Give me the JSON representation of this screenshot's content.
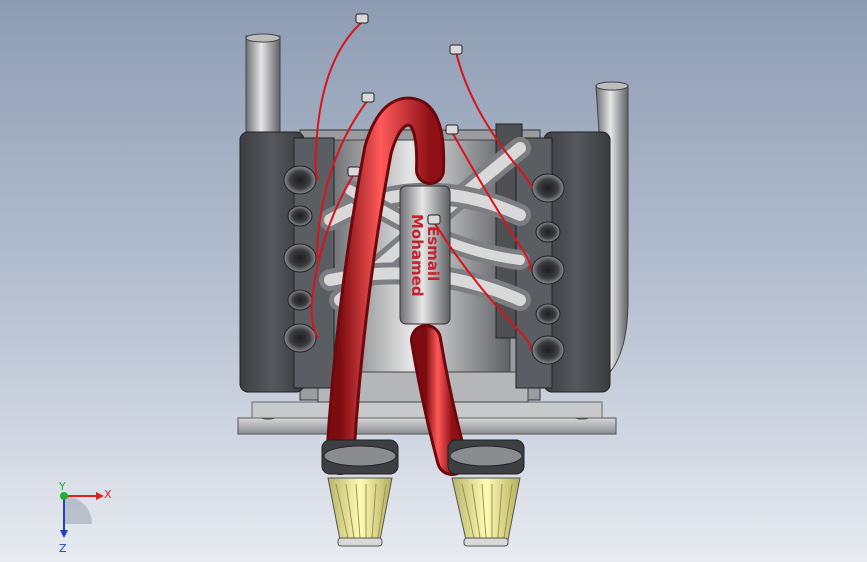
{
  "viewport": {
    "background_top": "#8e9cb3",
    "background_bottom": "#e8ebf1"
  },
  "model": {
    "engraving_line1": "Mohamed",
    "engraving_line2": "Esmail",
    "engraving_color": "#c4232f",
    "pipe_color": "#c41a22",
    "block_color": "#4a4c4f",
    "filter_color": "#f2ee8a"
  },
  "triad": {
    "x_label": "X",
    "y_label": "Y",
    "z_label": "Z",
    "x_color": "#e02020",
    "y_color": "#20b030",
    "z_color": "#2040d0"
  }
}
